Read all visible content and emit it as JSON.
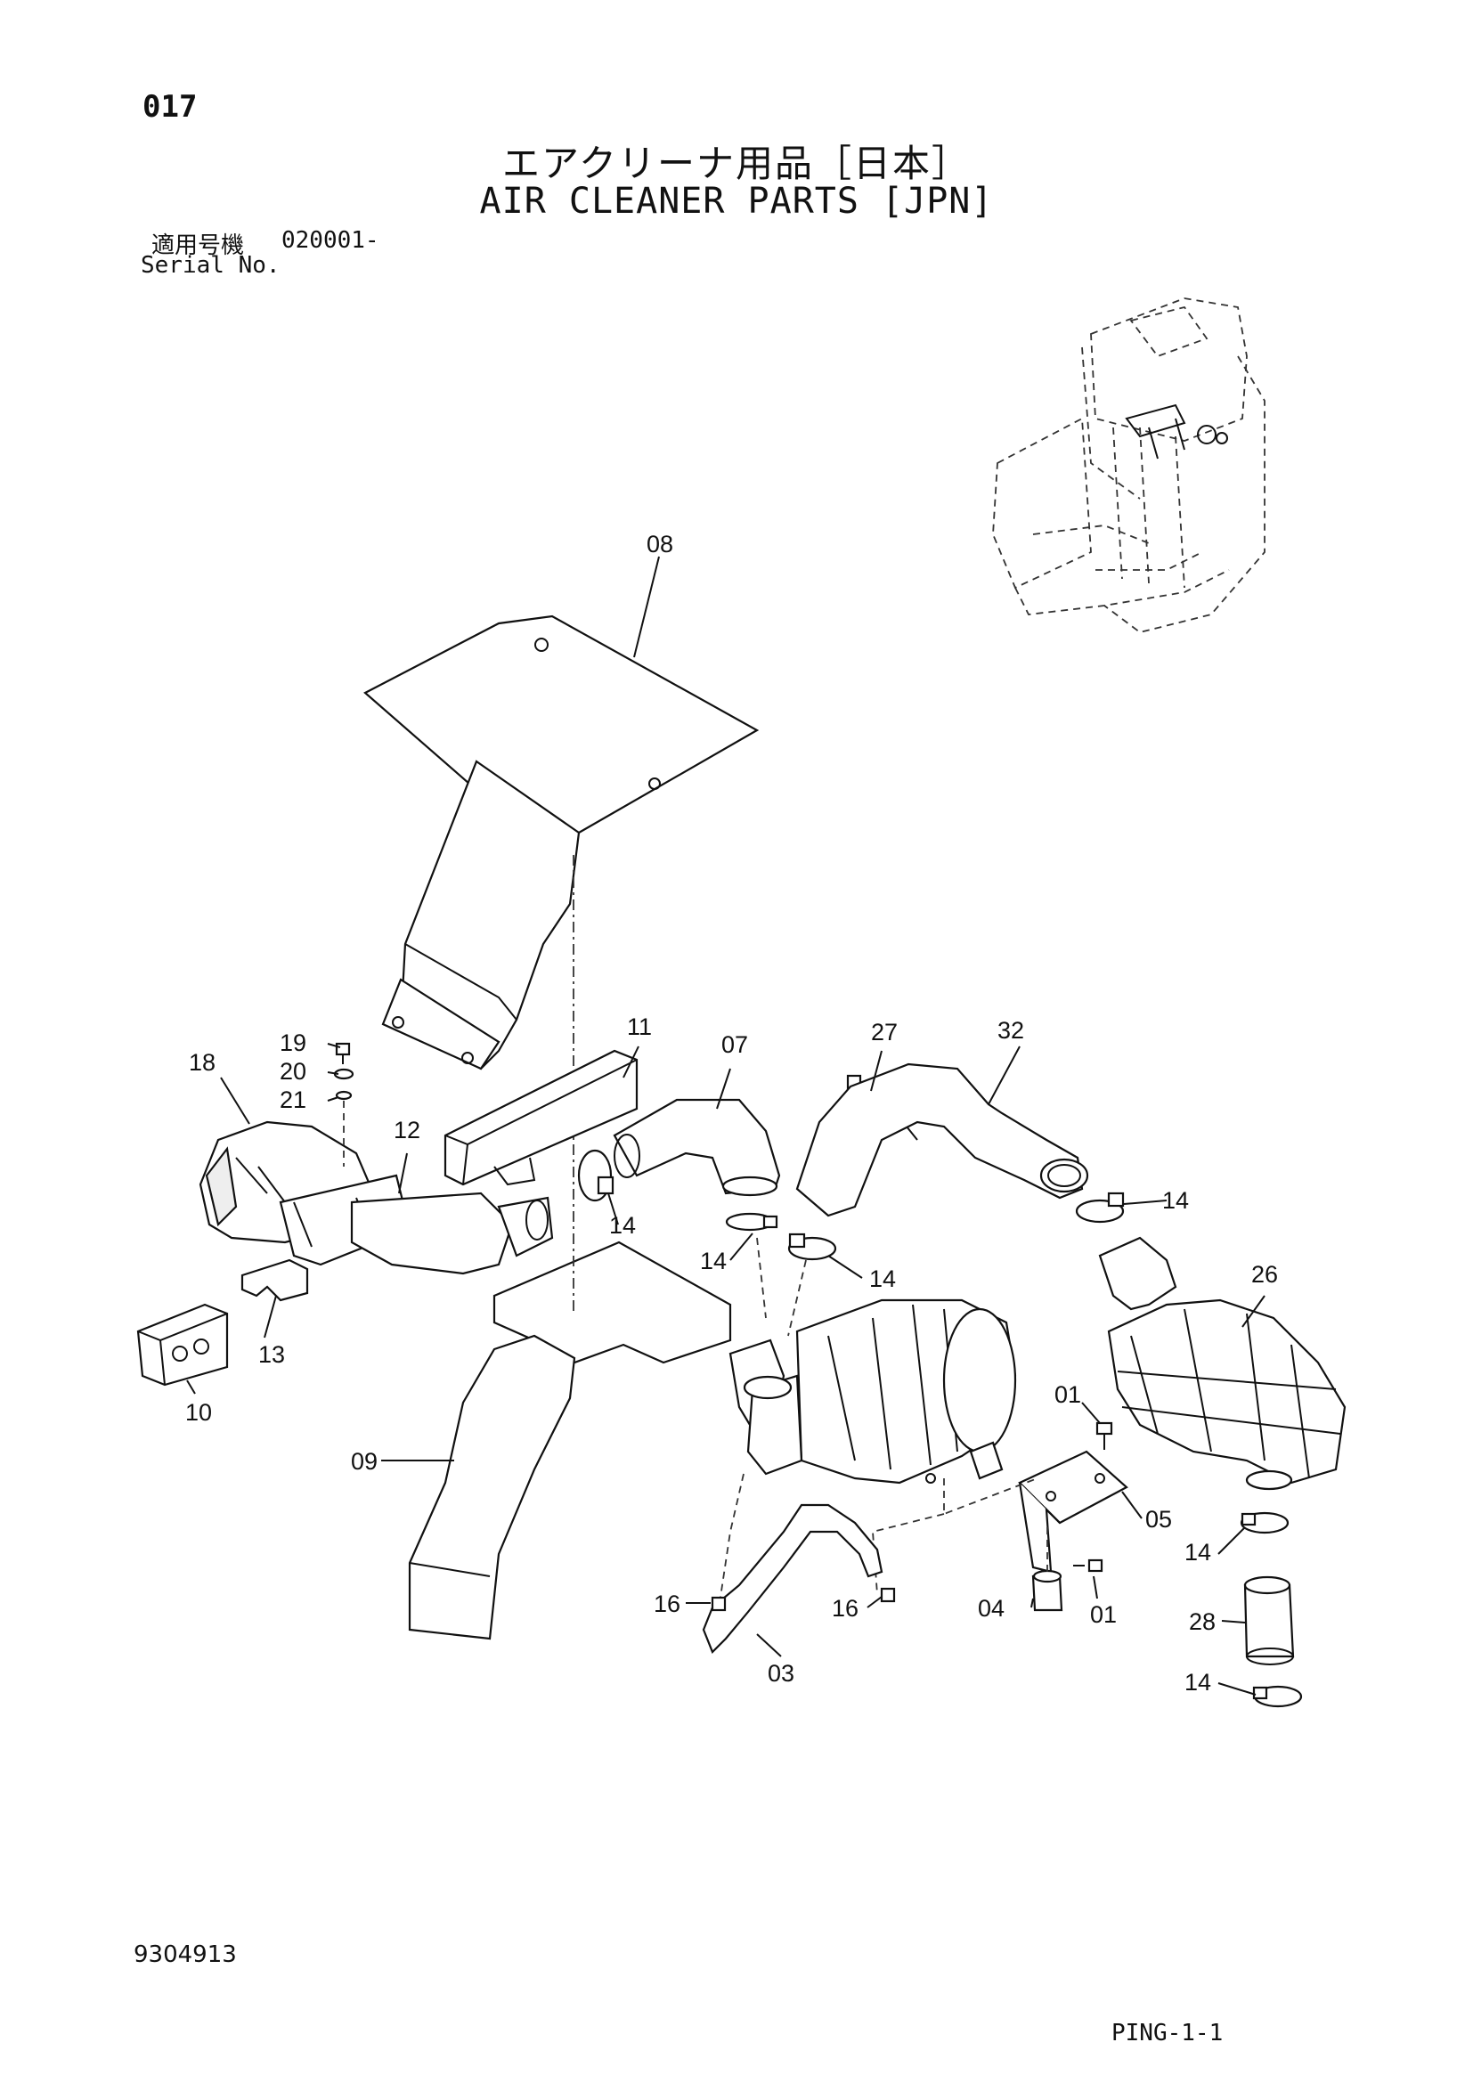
{
  "header": {
    "page_number": "017",
    "title_jp": "エアクリーナ用品［日本］",
    "title_en": "AIR CLEANER PARTS [JPN]",
    "serial_label_jp": "適用号機",
    "serial_value": "020001-",
    "serial_label_en": "Serial No."
  },
  "footer": {
    "doc_number": "9304913",
    "page_code": "PING-1-1"
  },
  "callouts": {
    "c08": "08",
    "c19": "19",
    "c20": "20",
    "c21": "21",
    "c18": "18",
    "c12": "12",
    "c11": "11",
    "c07": "07",
    "c27": "27",
    "c32": "32",
    "c14a": "14",
    "c14b": "14",
    "c14c": "14",
    "c14d": "14",
    "c14e": "14",
    "c14f": "14",
    "c13": "13",
    "c10": "10",
    "c09": "09",
    "c26": "26",
    "c01a": "01",
    "c01b": "01",
    "c05": "05",
    "c04": "04",
    "c16a": "16",
    "c16b": "16",
    "c03": "03",
    "c28": "28"
  }
}
